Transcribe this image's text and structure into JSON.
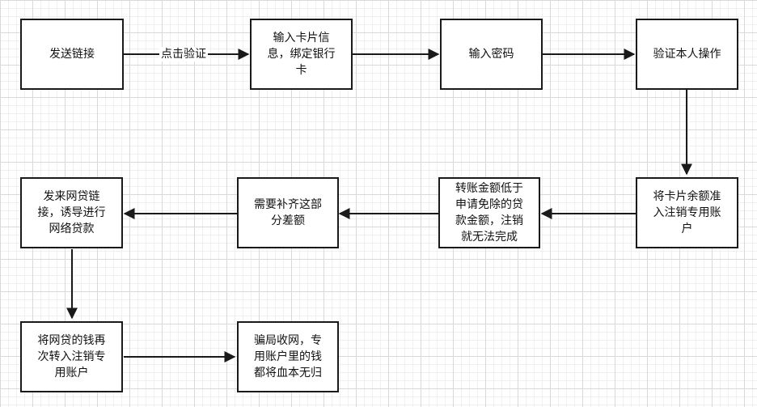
{
  "nodes": {
    "n1": "发送链接",
    "n2": "输入卡片信\n息，绑定银行\n卡",
    "n3": "输入密码",
    "n4": "验证本人操作",
    "n5": "将卡片余额准\n入注销专用账\n户",
    "n6": "转账金额低于\n申请免除的贷\n款金额，注销\n就无法完成",
    "n7": "需要补齐这部\n分差额",
    "n8": "发来网贷链\n接，诱导进行\n网络贷款",
    "n9": "将网贷的钱再\n次转入注销专\n用账户",
    "n10": "骗局收网，专\n用账户里的钱\n都将血本无归"
  },
  "edges": {
    "e1_label": "点击验证"
  },
  "colors": {
    "stroke": "#1a1a1a",
    "grid_major": "#d8d8d8",
    "grid_minor": "#f0f0f0"
  }
}
